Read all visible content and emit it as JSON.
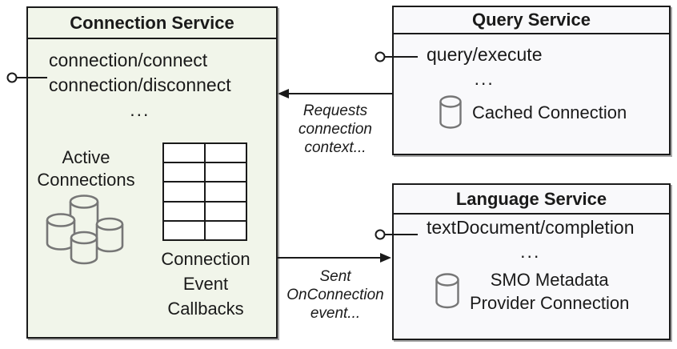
{
  "colors": {
    "connection_service_fill": "#f1f5ea",
    "query_language_fill": "#f9f9fb",
    "outline": "#1a1a1a",
    "cylinder_stroke": "#767676",
    "shadow": "#a6a6a6"
  },
  "connection_service": {
    "title": "Connection Service",
    "method_1": "connection/connect",
    "method_2": "connection/disconnect",
    "ellipsis": "...",
    "active_line_1": "Active",
    "active_line_2": "Connections",
    "callbacks_line_1": "Connection",
    "callbacks_line_2": "Event",
    "callbacks_line_3": "Callbacks",
    "table": {
      "rows": 5,
      "cols": 2
    }
  },
  "query_service": {
    "title": "Query Service",
    "method_1": "query/execute",
    "ellipsis": "...",
    "cached_label": "Cached Connection"
  },
  "language_service": {
    "title": "Language Service",
    "method_1": "textDocument/completion",
    "ellipsis": "...",
    "smo_line_1": "SMO Metadata",
    "smo_line_2": "Provider Connection"
  },
  "annotations": {
    "requests_line_1": "Requests",
    "requests_line_2": "connection",
    "requests_line_3": "context...",
    "sent_line_1": "Sent",
    "sent_line_2": "OnConnection",
    "sent_line_3": "event..."
  }
}
